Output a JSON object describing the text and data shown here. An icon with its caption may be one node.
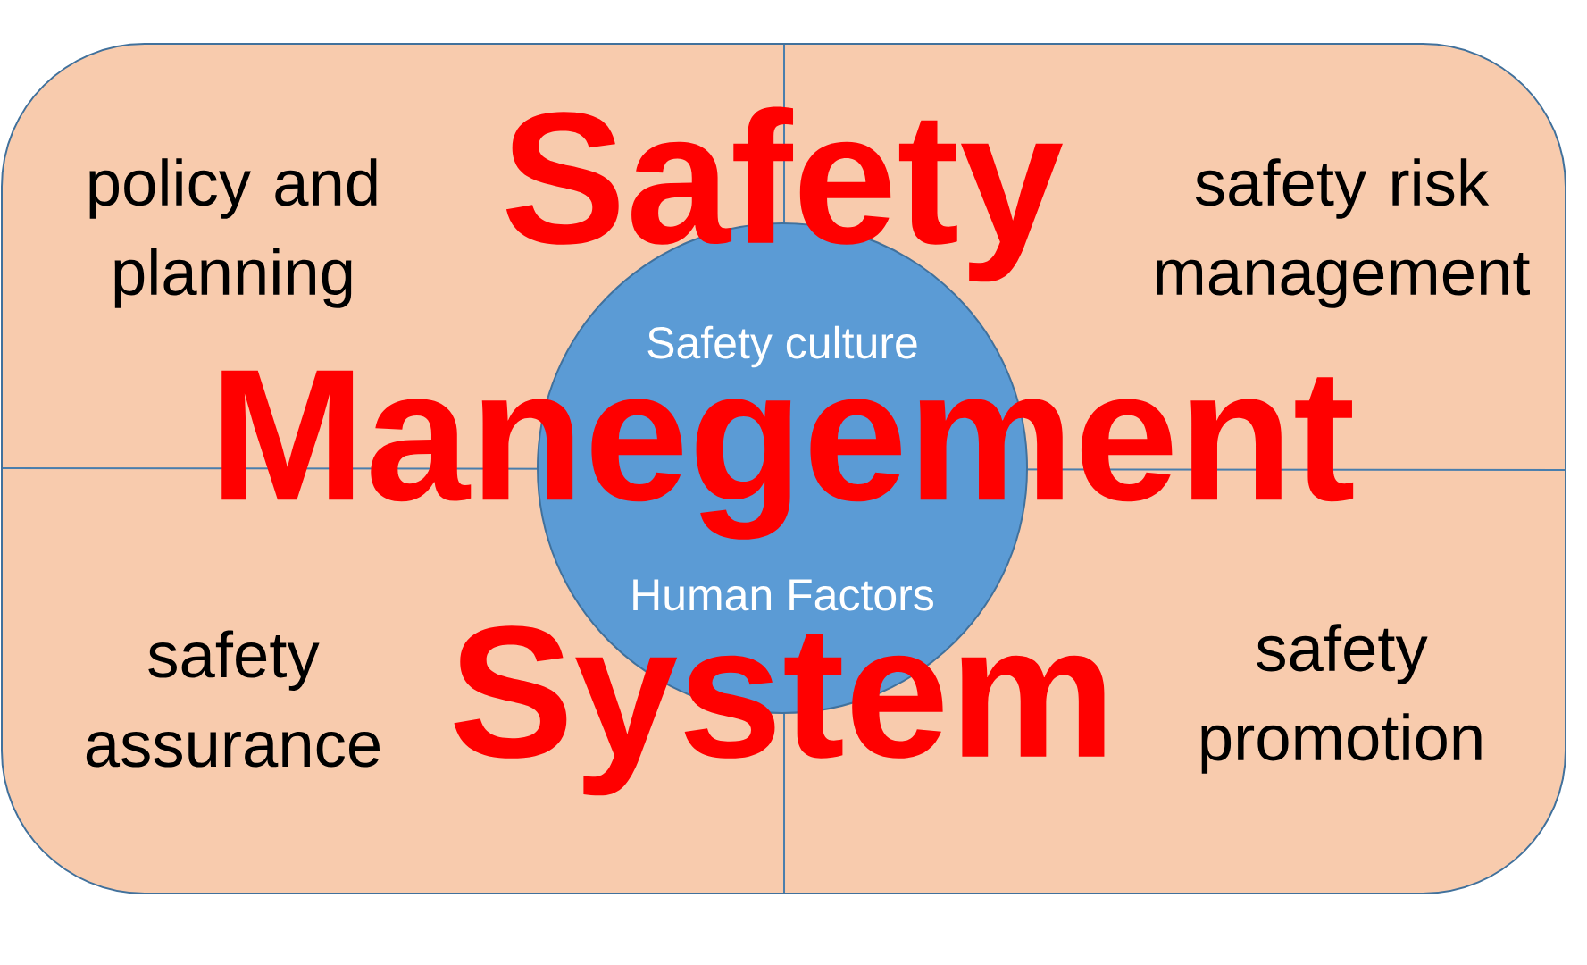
{
  "diagram": {
    "title": "Safety Manegement System",
    "nodes": [
      {
        "text": [],
        "shape": "box"
      },
      {
        "text": [
          "Safety culture",
          "Human Factors"
        ],
        "in": 0
      }
    ],
    "labels": [
      "policy and planning",
      "safety risk management",
      "safety assurance",
      "safety promotion"
    ]
  }
}
